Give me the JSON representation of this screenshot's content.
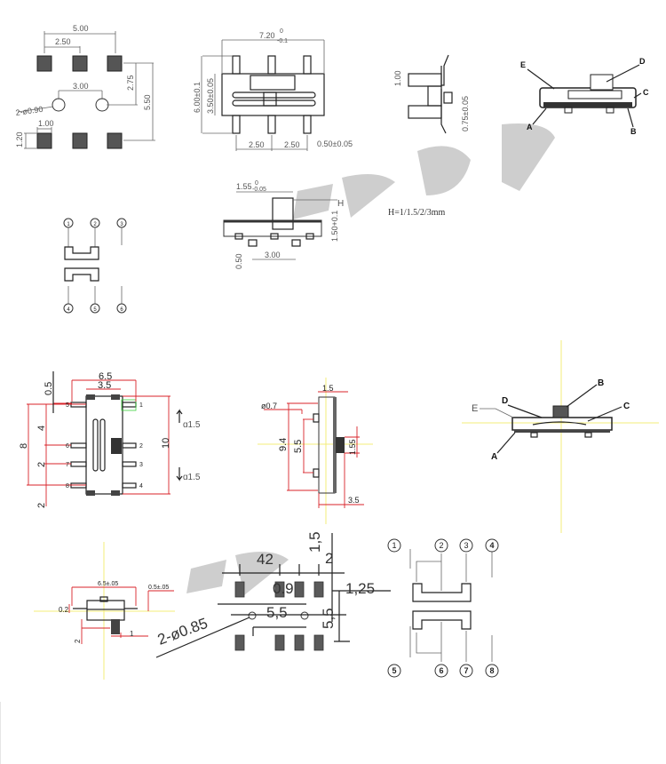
{
  "watermark": [
    "瑾辰电子",
    "瑾辰电子"
  ],
  "footprint_top": {
    "w_5_00": "5.00",
    "w_2_50": "2.50",
    "w_3_00": "3.00",
    "h_2_75": "2.75",
    "h_5_50": "5.50",
    "w_1_00": "1.00",
    "h_1_20": "1.20",
    "holes": "2-ø0.90"
  },
  "top_view": {
    "width": "7.20",
    "width_tol_upper": "0",
    "width_tol_lower": "-0.1",
    "height": "6.00±0.1",
    "inner_height": "3.50±0.05",
    "pitch_1": "2.50",
    "pitch_2": "2.50",
    "pin_width": "0.50±0.05"
  },
  "side_view": {
    "pin_len": "1.00",
    "pin_thick": "0.75±0.05"
  },
  "section_1": {
    "labels": [
      "E",
      "D",
      "C",
      "A",
      "B"
    ]
  },
  "front_view": {
    "actuator": "1.55",
    "act_tol_upper": "0",
    "act_tol_lower": "-0.05",
    "height_label": "H",
    "body_height": "1.50+0.1",
    "post_pitch": "3.00",
    "post_len": "0.50",
    "note": "H=1/1.5/2/3mm"
  },
  "schematic_1": {
    "pins_top": [
      "1",
      "2",
      "3"
    ],
    "pins_bottom": [
      "4",
      "5",
      "6"
    ]
  },
  "dim_view": {
    "w_6_5": "6.5",
    "w_3_5": "3.5",
    "h_0_5": "0.5",
    "h_8": "8",
    "h_4": "4",
    "h_2a": "2",
    "h_2b": "2",
    "h_10": "10",
    "travel_up": "ɑ1.5",
    "travel_down": "ɑ1.5",
    "pins_left": [
      "5",
      "6",
      "7",
      "8"
    ],
    "pins_right": [
      "1",
      "2",
      "3",
      "4"
    ]
  },
  "side_view_2": {
    "dia": "ø0.7",
    "w_1_5": "1.5",
    "h_9_4": "9.4",
    "h_5_5": "5.5",
    "h_1_55": "1.55",
    "w_3_5": "3.5"
  },
  "section_2": {
    "labels": [
      "B",
      "D",
      "C",
      "E",
      "A"
    ]
  },
  "small_side": {
    "width": "6.5±.05",
    "pin": "0.5±.05",
    "h_0_2": "0.2",
    "h_2": "2",
    "w_1": "1"
  },
  "footprint_bottom": {
    "w_42": "42",
    "v_1_5": "1,5",
    "w_2": "2",
    "w_0_9": "0.9",
    "h_1_25": "1,25",
    "w_5_5": "5,5",
    "h_5_5": "5,5",
    "holes": "2-ø0.85"
  },
  "schematic_2": {
    "pins_top": [
      "1",
      "2",
      "3",
      "4"
    ],
    "pins_bottom": [
      "5",
      "6",
      "7",
      "8"
    ]
  }
}
